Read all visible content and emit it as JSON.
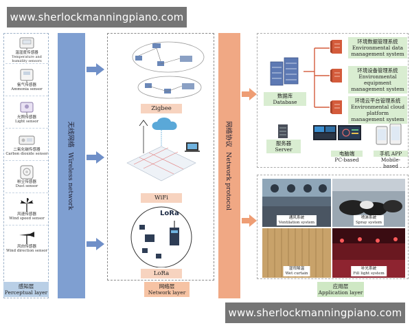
{
  "watermark": {
    "text": "www.sherlockmanningpiano.com"
  },
  "perceptual": {
    "sensors": [
      {
        "cn": "温湿度传感器",
        "en": "Temperature and humidity sensors"
      },
      {
        "cn": "氨气传感器",
        "en": "Ammonia sensor"
      },
      {
        "cn": "光照传感器",
        "en": "Light sensor"
      },
      {
        "cn": "二氧化碳传感器",
        "en": "Carbon dioxide sensor"
      },
      {
        "cn": "粉尘传感器",
        "en": "Dust sensor"
      },
      {
        "cn": "风速传感器",
        "en": "Wind speed sensor"
      },
      {
        "cn": "风向传感器",
        "en": "Wind direction sensor"
      }
    ],
    "label_cn": "感知层",
    "label_en": "Perceptual layer"
  },
  "wireless": {
    "cn": "无线网络",
    "en": "Wireless network"
  },
  "network": {
    "sections": [
      {
        "name": "Zigbee"
      },
      {
        "name": "WiFi"
      },
      {
        "name": "LoRa"
      }
    ],
    "lora_logo": "LoRa",
    "label_cn": "网络层",
    "label_en": "Network layer"
  },
  "protocol": {
    "cn": "网络协议",
    "en": "Network protocol"
  },
  "application": {
    "systems": [
      {
        "cn": "环境数据管理系统",
        "en": "Environmental data management system"
      },
      {
        "cn": "环境设备管理系统",
        "en": "Environmental equipment management system"
      },
      {
        "cn": "环境云平台管理系统",
        "en": "Environmental cloud platform management system"
      }
    ],
    "database": {
      "cn": "数据库",
      "en": "Database"
    },
    "server": {
      "cn": "服务器",
      "en": "Server"
    },
    "pc": {
      "cn": "电脑端",
      "en": "PC-based"
    },
    "mobile": {
      "cn": "手机 APP",
      "en": "Mobile-based"
    },
    "photos": [
      {
        "cn": "通风系统",
        "en": "Ventilation system"
      },
      {
        "cn": "喷淋系统",
        "en": "Spray system"
      },
      {
        "cn": "湿帘降温",
        "en": "Wet curtain"
      },
      {
        "cn": "补光系统",
        "en": "Fill light system"
      }
    ],
    "label_cn": "应用层",
    "label_en": "Application layer"
  },
  "colors": {
    "perceptual": "#b9cfe6",
    "wireless": "#7f9fd1",
    "network": "#f6c3a4",
    "protocol": "#f0a884",
    "application": "#cfe8c4",
    "arrow_blue": "#6f8fc8",
    "arrow_orange": "#ee9d74",
    "server_red": "#d45b3b"
  }
}
